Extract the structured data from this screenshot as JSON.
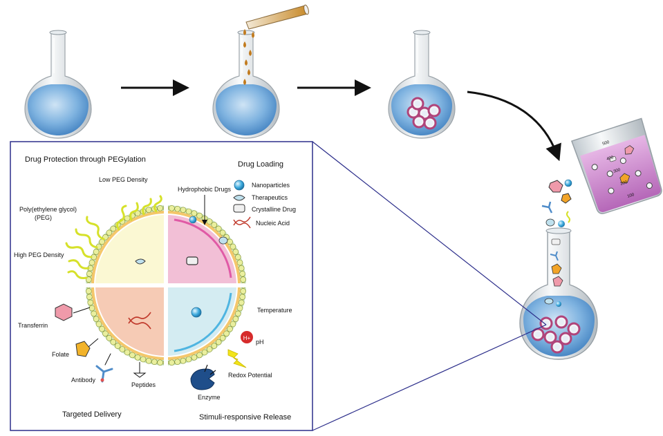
{
  "panel": {
    "titles": {
      "protection": "Drug Protection through PEGylation",
      "loading": "Drug Loading",
      "targeted": "Targeted Delivery",
      "stimuli": "Stimuli-responsive Release"
    },
    "peg_labels": {
      "low": "Low PEG Density",
      "peg_line1": "Poly(ethylene glycol)",
      "peg_line2": "(PEG)",
      "high": "High PEG Density"
    },
    "loading_labels": {
      "hydrophobic": "Hydrophobic Drugs"
    },
    "legend": [
      {
        "label": "Nanoparticles",
        "icon": "nanoparticle-icon"
      },
      {
        "label": "Therapeutics",
        "icon": "therapeutic-icon"
      },
      {
        "label": "Crystalline Drug",
        "icon": "crystalline-drug-icon"
      },
      {
        "label": "Nucleic Acid",
        "icon": "nucleic-acid-icon"
      }
    ],
    "targeting_labels": {
      "transferrin": "Transferrin",
      "folate": "Folate",
      "antibody": "Antibody",
      "peptides": "Peptides"
    },
    "stimuli_labels": {
      "temperature": "Temperature",
      "ph": "pH",
      "ph_symbol": "H+",
      "redox": "Redox Potential",
      "enzyme": "Enzyme"
    }
  },
  "beaker": {
    "ticks": [
      "500",
      "400",
      "300",
      "200",
      "100"
    ]
  },
  "colors": {
    "flask_liquid": "#6fa8dc",
    "nanoparticle_ring": "#b0447a",
    "quad_yellow": "#fbf8d3",
    "quad_pink": "#f2bfd6",
    "quad_salmon": "#f6cbb5",
    "quad_cyan": "#d4ecf2",
    "zoom_line": "#2b2d8a",
    "peg_chain": "#d6e12a",
    "beaker_liquid": "#c77fc9"
  }
}
